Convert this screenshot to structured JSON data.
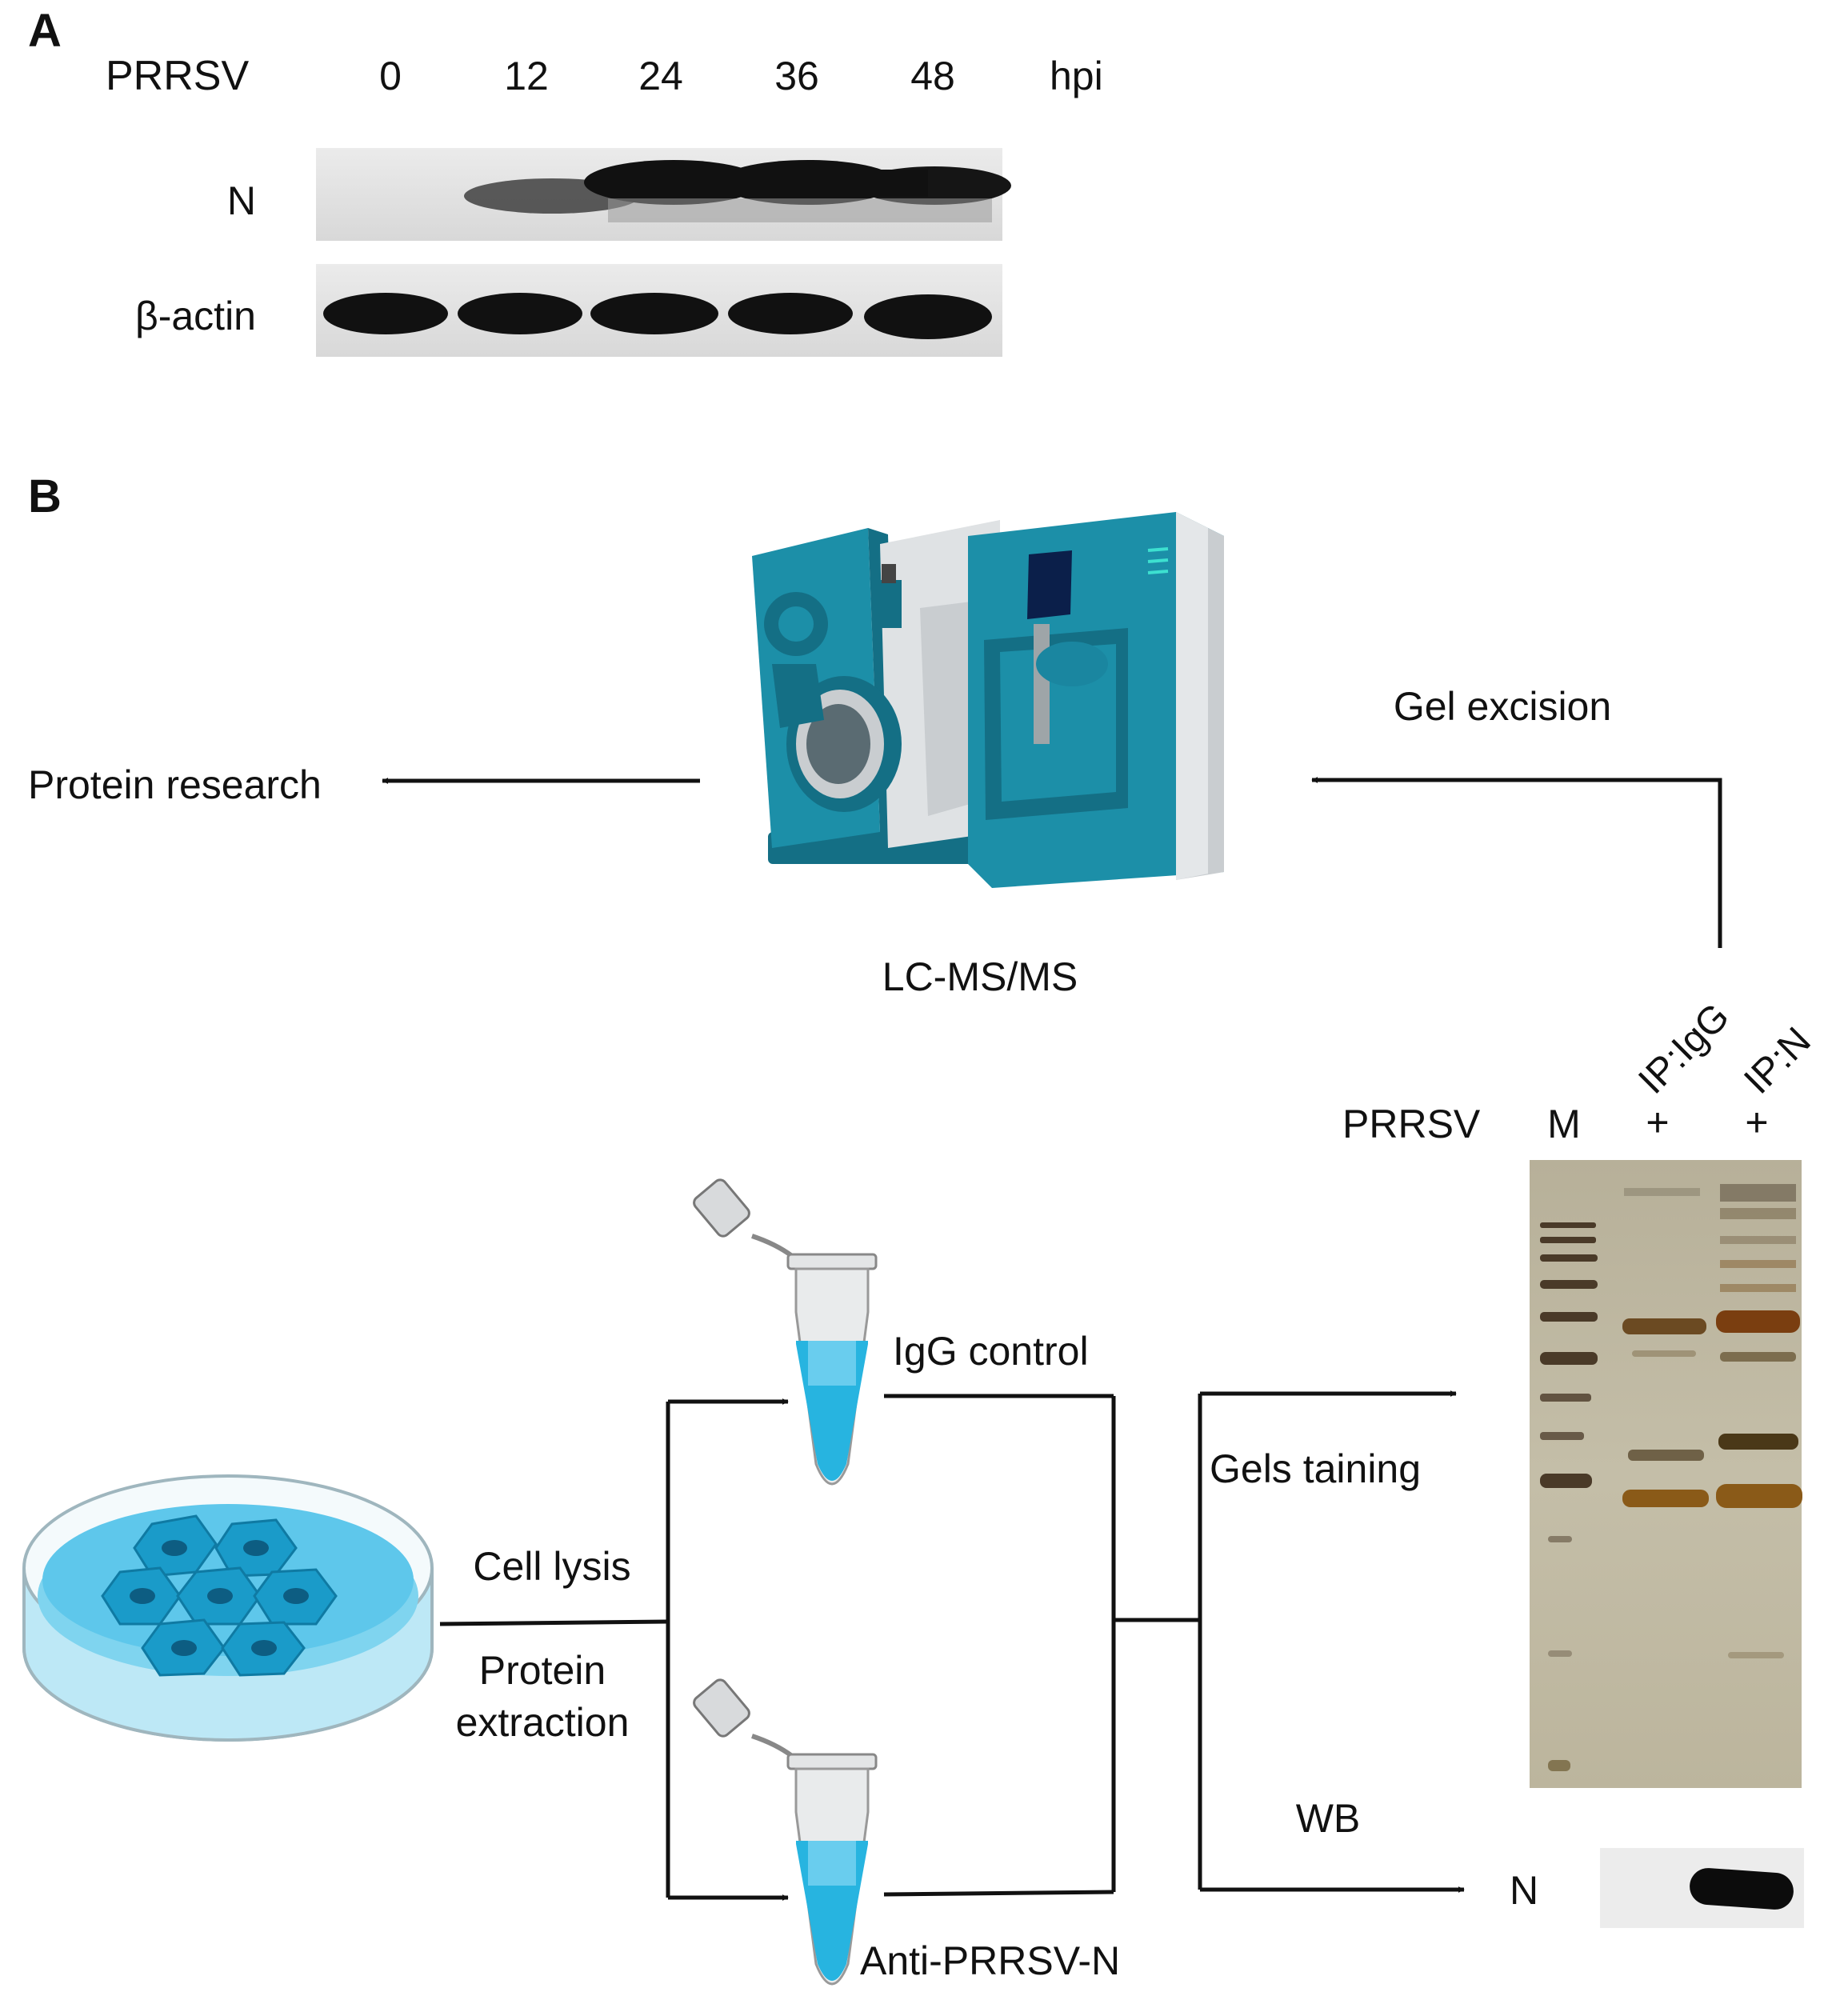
{
  "panel_a": {
    "letter": "A",
    "virus_label": "PRRSV",
    "timepoints": [
      "0",
      "12",
      "24",
      "36",
      "48"
    ],
    "time_unit": "hpi",
    "row_labels": {
      "n": "N",
      "actin": "β-actin"
    }
  },
  "panel_b": {
    "letter": "B",
    "instrument_label": "LC-MS/MS",
    "output_label": "Protein research",
    "excision_label": "Gel excision",
    "lysis_label": "Cell lysis",
    "extraction_label_1": "Protein",
    "extraction_label_2": "extraction",
    "tube_igg_label": "IgG control",
    "tube_anti_label": "Anti-PRRSV-N",
    "staining_label": "Gels taining",
    "wb_label": "WB",
    "gel": {
      "virus_label": "PRRSV",
      "marker_label": "M",
      "lane_igg": "IP:IgG",
      "lane_n": "IP:N",
      "plus_1": "+",
      "plus_2": "+"
    },
    "wb_row_label": "N"
  },
  "colors": {
    "instrument_teal": "#1c8fa8",
    "instrument_dark": "#146f85",
    "instrument_grey": "#c9cdd0",
    "liquid_blue": "#27b4e0",
    "dish_blue": "#7fd4ef",
    "cell_blue": "#1a9bc9",
    "gel_background": "#bfb8a0",
    "silver_band": "#6b4a22",
    "blot_band": "#0c0c0c"
  },
  "icons": [
    "lc-ms-instrument-icon",
    "eppendorf-tube-icon",
    "petri-dish-icon",
    "arrow-icon"
  ]
}
